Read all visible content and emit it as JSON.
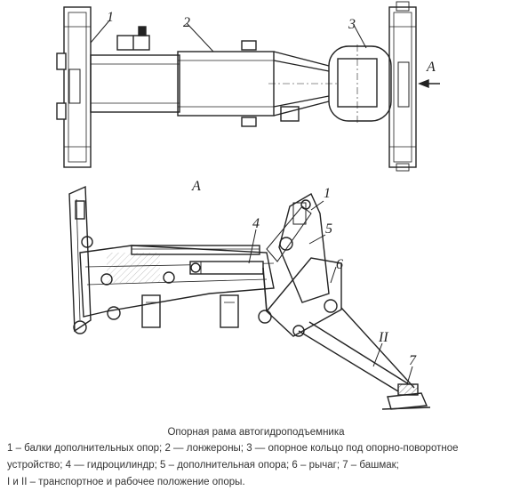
{
  "top_view": {
    "labels": [
      "1",
      "2",
      "3"
    ],
    "view_arrow_label": "A"
  },
  "side_view": {
    "title": "A",
    "labels": [
      "1",
      "4",
      "5",
      "6",
      "II",
      "7"
    ]
  },
  "caption": {
    "title": "Опорная рама автогидроподъемника",
    "legend_lines": [
      "1 – балки дополнительных опор; 2 — лонжероны; 3 — опорное кольцо под опорно-поворотное",
      "устройство; 4 — гидроцилиндр; 5 – дополнительная опора; 6 – рычаг; 7 – башмак;",
      "I и II – транспортное и рабочее положение опоры."
    ]
  }
}
